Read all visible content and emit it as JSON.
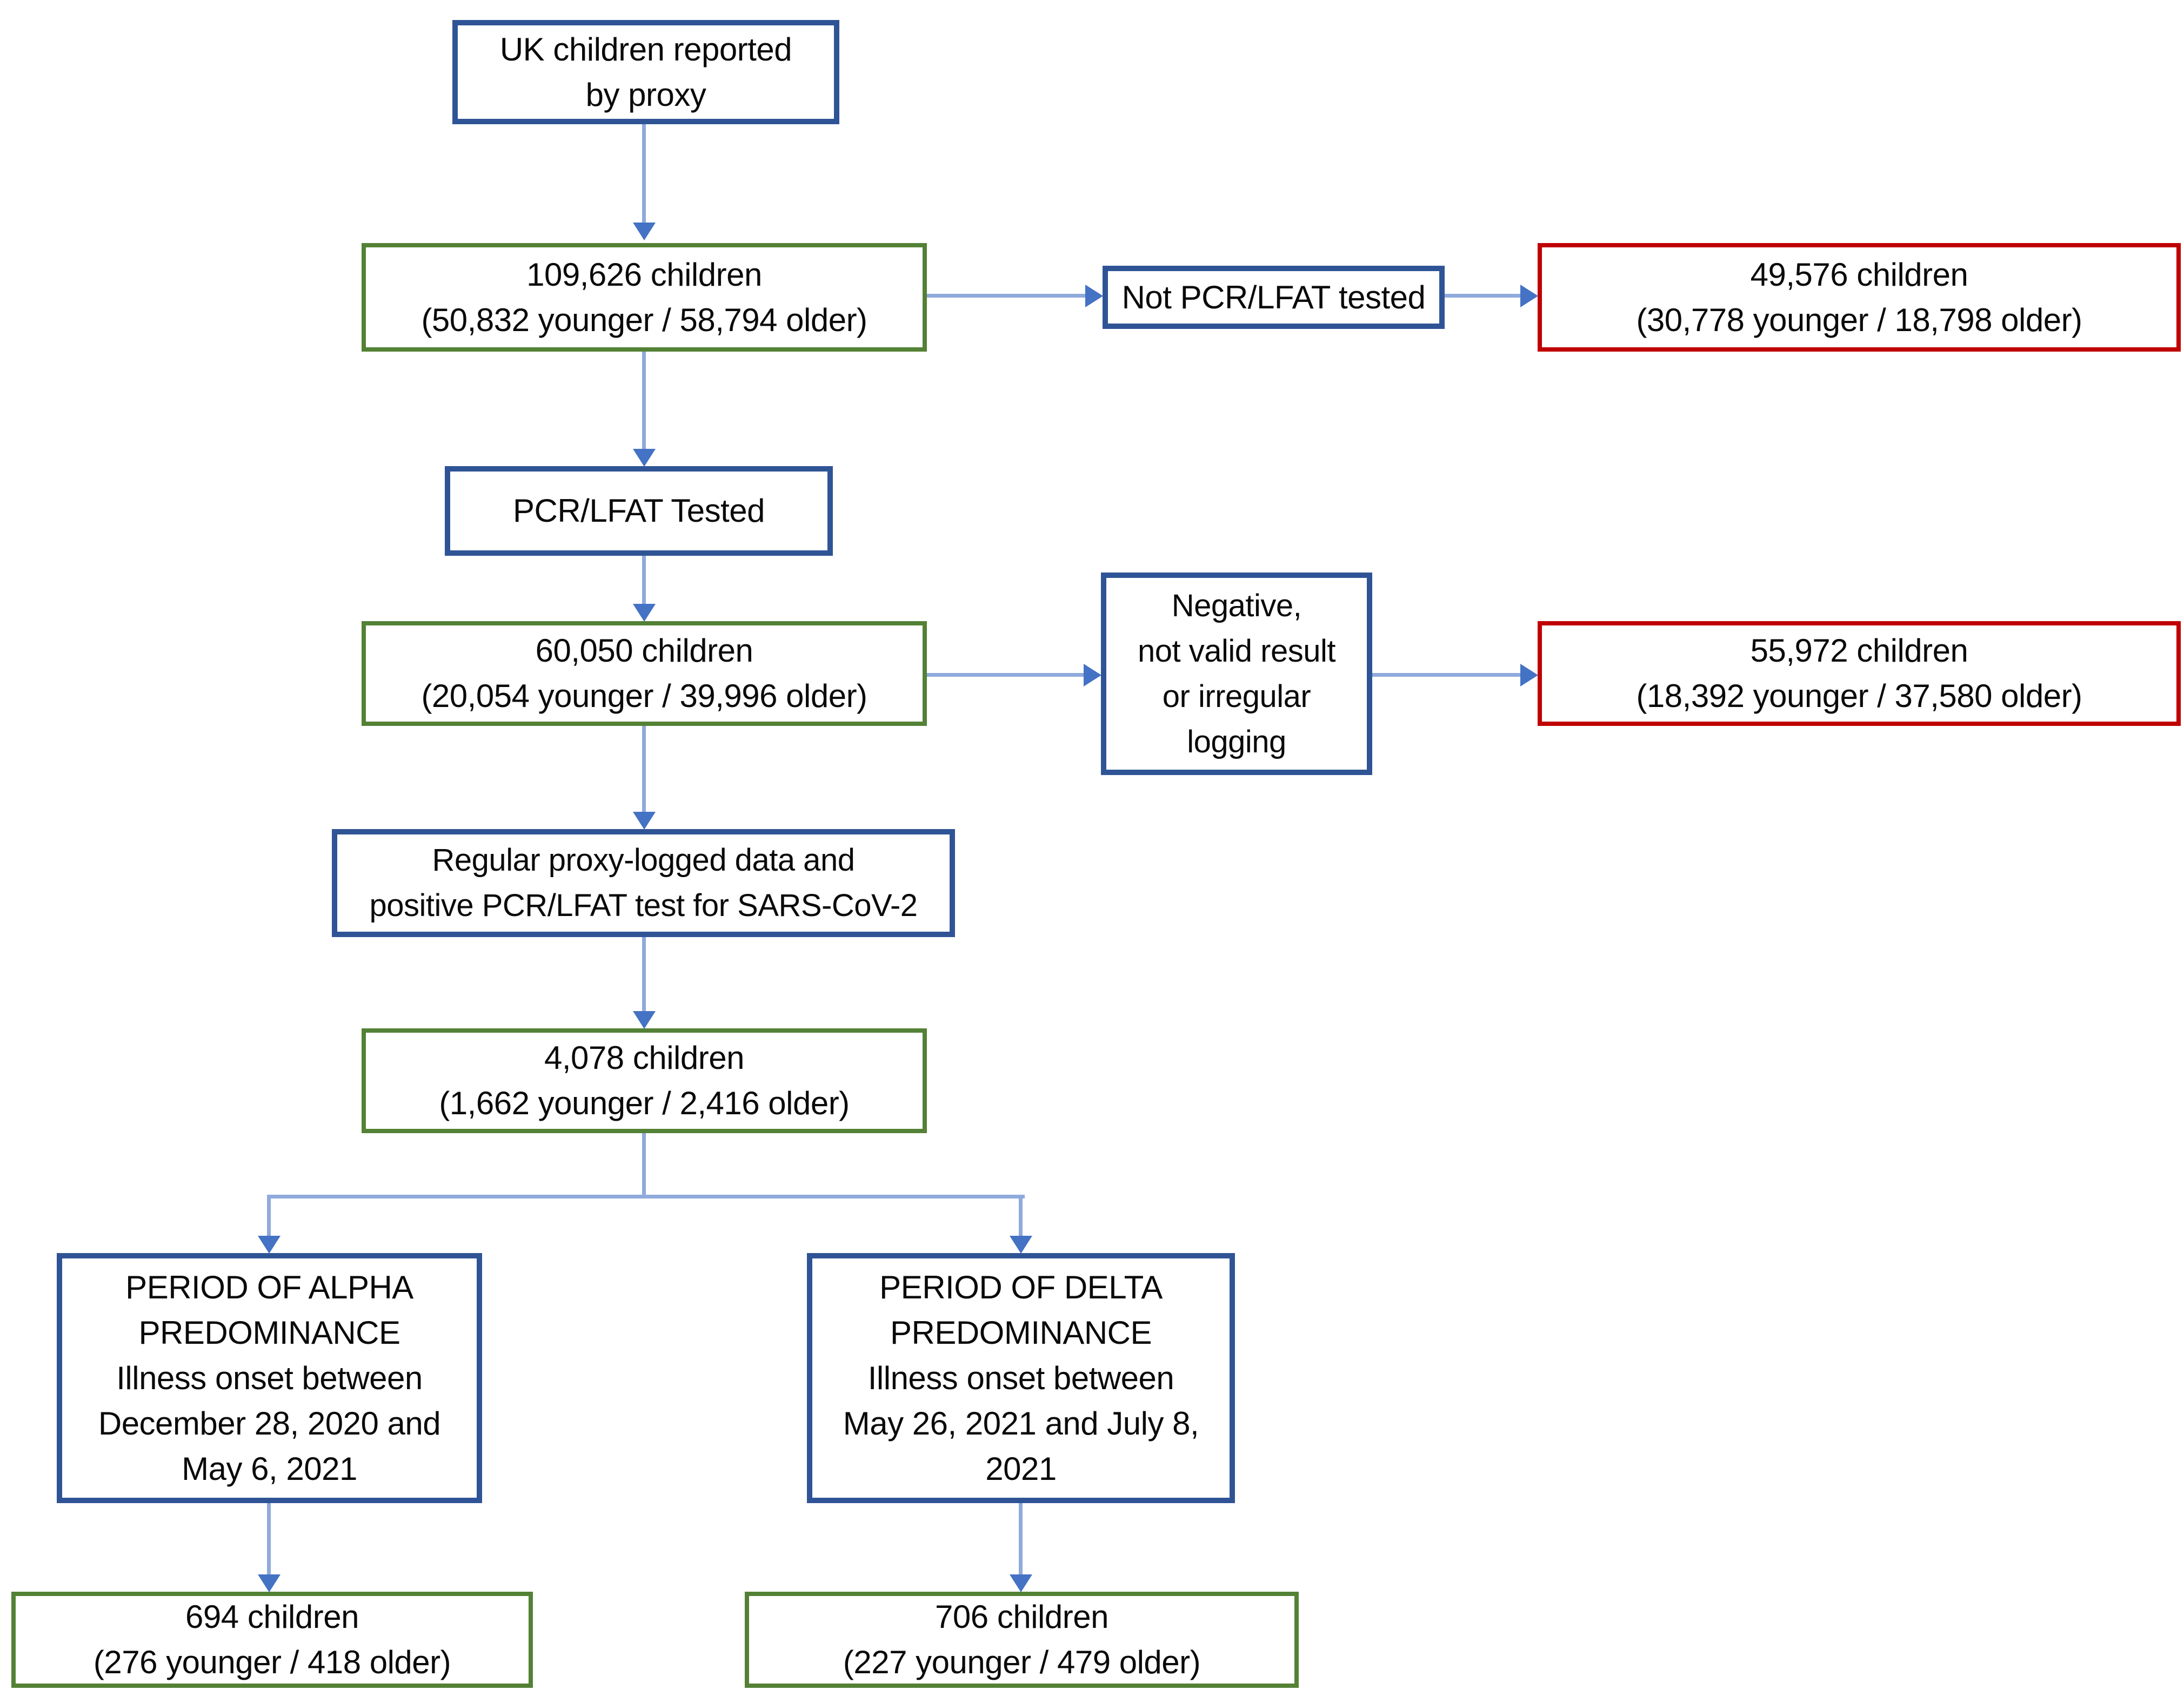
{
  "flowchart": {
    "nodes": {
      "proxy": {
        "text": "UK children reported\nby proxy",
        "border": "blue"
      },
      "reported_count": {
        "text": "109,626 children\n(50,832 younger / 58,794 older)",
        "border": "green"
      },
      "nottested_label": {
        "text": "Not PCR/LFAT tested",
        "border": "blue"
      },
      "nottested_count": {
        "text": "49,576 children\n(30,778 younger / 18,798 older)",
        "border": "red"
      },
      "tested_label": {
        "text": "PCR/LFAT Tested",
        "border": "blue"
      },
      "tested_count": {
        "text": "60,050 children\n(20,054 younger / 39,996 older)",
        "border": "green"
      },
      "excluded_label": {
        "text": "Negative,\nnot valid result\nor irregular\nlogging",
        "border": "blue"
      },
      "excluded_count": {
        "text": "55,972 children\n(18,392 younger / 37,580 older)",
        "border": "red"
      },
      "positive_label": {
        "text": "Regular proxy-logged data and\npositive PCR/LFAT test for SARS-CoV-2",
        "border": "blue"
      },
      "positive_count": {
        "text": "4,078 children\n(1,662 younger / 2,416 older)",
        "border": "green"
      },
      "alpha_label": {
        "text": "PERIOD OF ALPHA\nPREDOMINANCE\nIllness onset between\nDecember 28, 2020 and\nMay 6, 2021",
        "border": "blue"
      },
      "delta_label": {
        "text": "PERIOD OF DELTA\nPREDOMINANCE\nIllness onset between\nMay 26, 2021 and July 8,\n2021",
        "border": "blue"
      },
      "alpha_count": {
        "text": "694 children\n(276 younger / 418 older)",
        "border": "green"
      },
      "delta_count": {
        "text": "706 children\n(227 younger / 479 older)",
        "border": "green"
      }
    },
    "colors": {
      "blue": "#2F5496",
      "green": "#538135",
      "red": "#C00000",
      "arrow_line": "#8FAADC",
      "arrow_head": "#4472C4",
      "text": "#0a0a0a"
    }
  }
}
